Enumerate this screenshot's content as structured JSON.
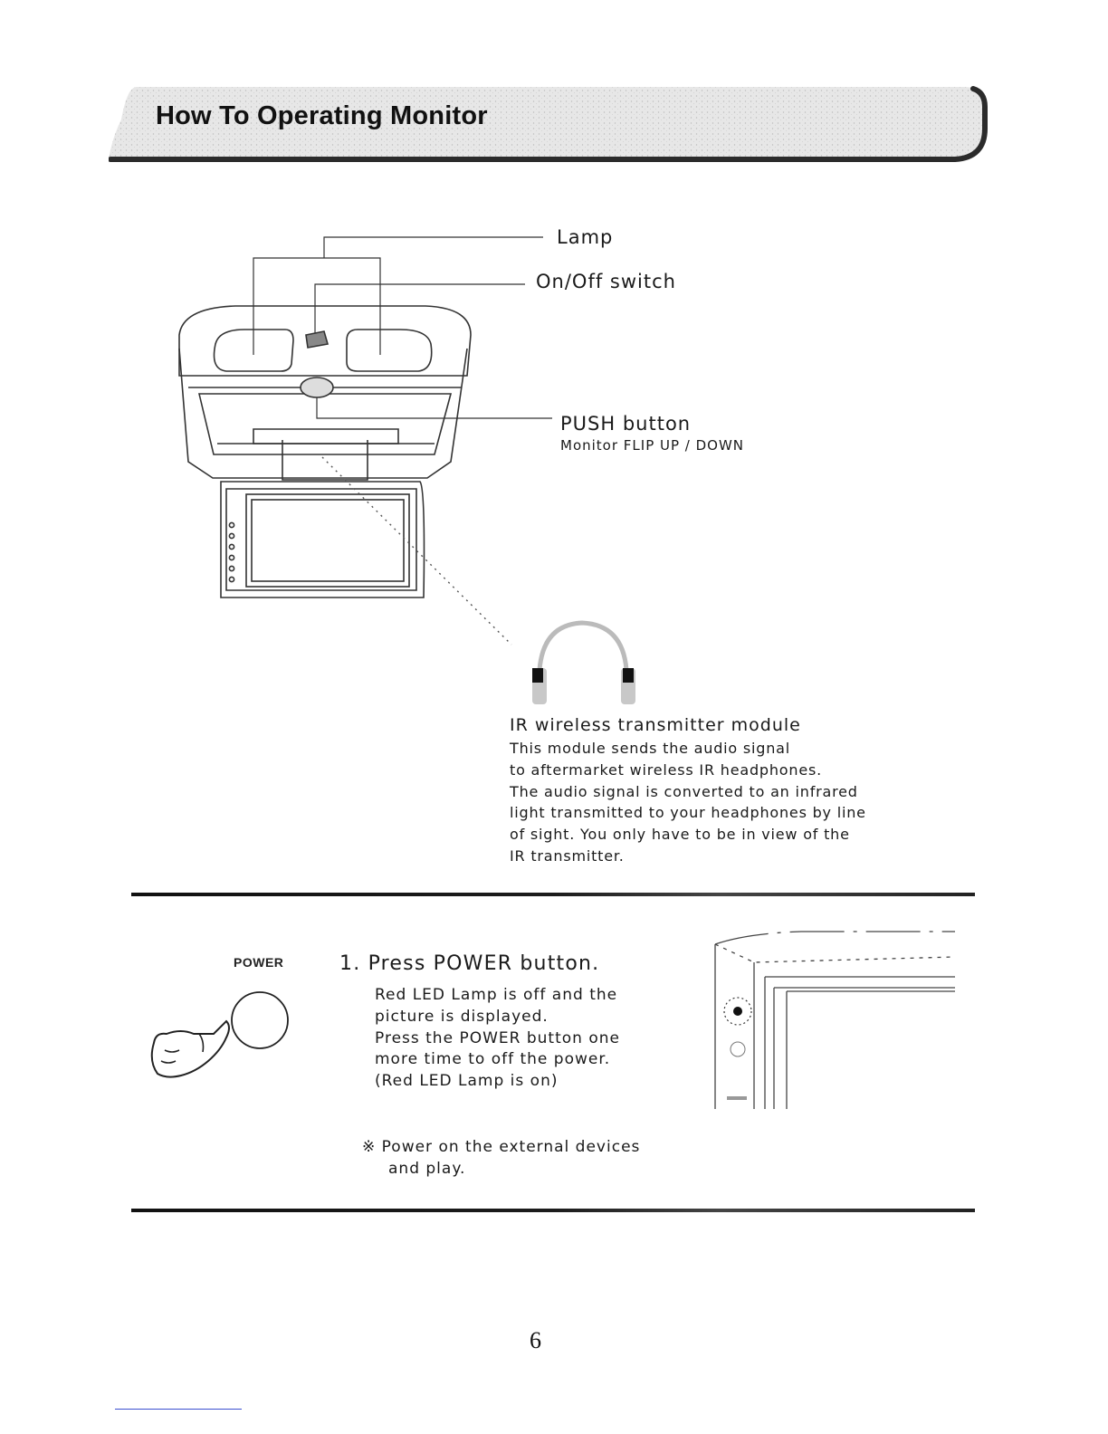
{
  "header": {
    "title": "How To Operating Monitor"
  },
  "diagram": {
    "callouts": {
      "lamp": "Lamp",
      "onoff": "On/Off switch",
      "push_title": "PUSH button",
      "push_sub": "Monitor  FLIP UP / DOWN"
    },
    "ir": {
      "title": "IR wireless transmitter module",
      "lines": [
        "This module sends the audio signal",
        "to aftermarket wireless IR headphones.",
        "The audio signal is converted to an infrared",
        "light transmitted to your headphones by line",
        "of sight. You only have to be in view of the",
        "IR transmitter."
      ]
    }
  },
  "power_section": {
    "power_label": "POWER",
    "step_title": "1. Press POWER button.",
    "step_lines": [
      "Red LED Lamp is off and the",
      "picture is displayed.",
      "Press the POWER button one",
      "more time to off the power.",
      "(Red LED Lamp is on)"
    ],
    "note_lines": [
      "※ Power on the external devices",
      "and play."
    ]
  },
  "page": {
    "number": "6"
  }
}
